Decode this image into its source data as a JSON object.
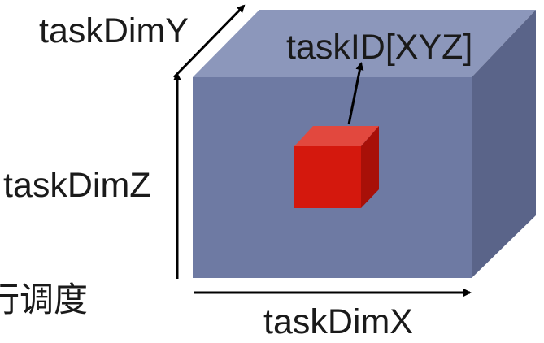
{
  "labels": {
    "dim_y": "taskDimY",
    "task_id": "taskID[XYZ]",
    "dim_z": "taskDimZ",
    "dim_x": "taskDimX",
    "side_text": "行调度"
  },
  "colors": {
    "big_cube_front": "#6e7aa3",
    "big_cube_top": "#8c97bb",
    "big_cube_right": "#5a6489",
    "small_cube_front": "#d4180d",
    "small_cube_top": "#e2483e",
    "small_cube_right": "#a81008",
    "text": "#1a1a1a"
  }
}
